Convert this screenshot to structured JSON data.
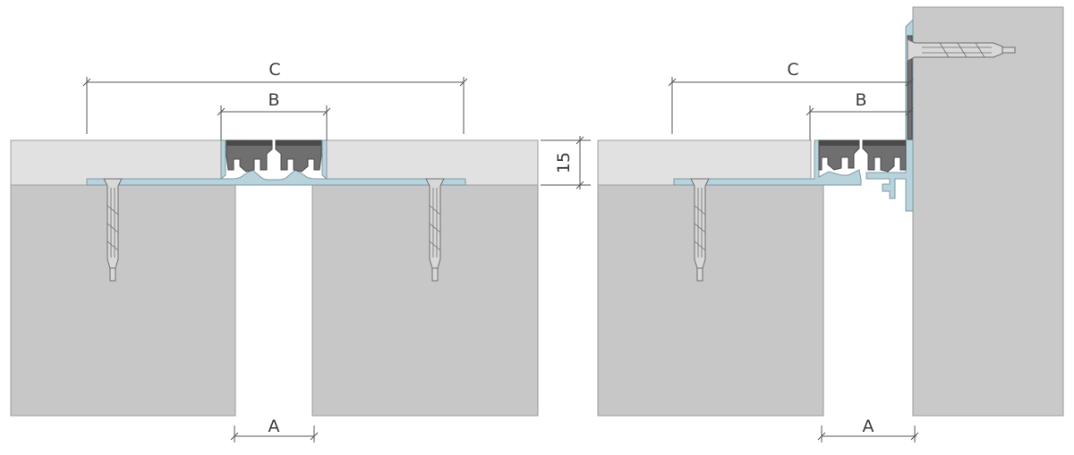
{
  "colors": {
    "background": "#ffffff",
    "concrete": "#c7c7c7",
    "concrete_edge": "#9a9a9a",
    "screed": "#e1e1e1",
    "screed_edge": "#a0a0a0",
    "aluminium": "#b9d3dc",
    "aluminium_edge": "#7e9aa4",
    "rubber": "#6f6f6f",
    "rubber_dark": "#4a4a4a",
    "anchor": "#d8d8d8",
    "anchor_edge": "#6e6e6e",
    "wall": "#c9c9c9",
    "dimension": "#555555"
  },
  "diagrams": [
    {
      "name": "floor-to-floor-joint",
      "labels": {
        "c": "C",
        "b": "B",
        "a": "A",
        "thickness": "15"
      }
    },
    {
      "name": "floor-to-wall-joint",
      "labels": {
        "c": "C",
        "b": "B",
        "a": "A"
      }
    }
  ]
}
